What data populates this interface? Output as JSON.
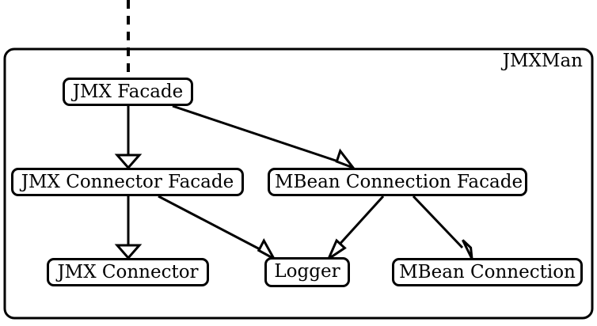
{
  "package": {
    "label": "JMXMan"
  },
  "components": {
    "jmx_facade": "JMX Facade",
    "jmx_connector_facade": "JMX Connector Facade",
    "mbean_connection_facade": "MBean Connection Facade",
    "jmx_connector": "JMX Connector",
    "logger": "Logger",
    "mbean_connection": "MBean Connection"
  },
  "dependencies": [
    {
      "from": "jmx_facade",
      "to": "jmx_connector_facade"
    },
    {
      "from": "jmx_facade",
      "to": "mbean_connection_facade"
    },
    {
      "from": "jmx_connector_facade",
      "to": "jmx_connector"
    },
    {
      "from": "jmx_connector_facade",
      "to": "logger"
    },
    {
      "from": "mbean_connection_facade",
      "to": "logger"
    },
    {
      "from": "mbean_connection_facade",
      "to": "mbean_connection"
    }
  ],
  "external_link": {
    "to": "jmx_facade",
    "style": "dashed"
  }
}
